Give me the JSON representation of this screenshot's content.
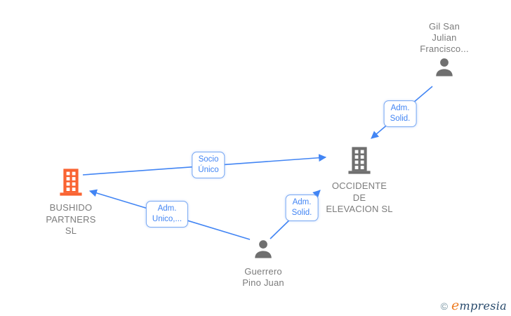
{
  "nodes": [
    {
      "id": "gil-san-julian",
      "type": "person",
      "label": "Gil San\nJulian\nFrancisco..."
    },
    {
      "id": "occidente-de-elevacion",
      "type": "company",
      "label": "OCCIDENTE\nDE\nELEVACION SL"
    },
    {
      "id": "bushido-partners",
      "type": "company",
      "label": "BUSHIDO\nPARTNERS\nSL"
    },
    {
      "id": "guerrero-pino-juan",
      "type": "person",
      "label": "Guerrero\nPino Juan"
    }
  ],
  "edges": [
    {
      "from": "gil-san-julian",
      "to": "occidente-de-elevacion",
      "label": "Adm.\nSolid."
    },
    {
      "from": "bushido-partners",
      "to": "occidente-de-elevacion",
      "label": "Socio\nÚnico"
    },
    {
      "from": "guerrero-pino-juan",
      "to": "bushido-partners",
      "label": "Adm.\nUnico,..."
    },
    {
      "from": "guerrero-pino-juan",
      "to": "occidente-de-elevacion",
      "label": "Adm.\nSolid."
    }
  ],
  "colors": {
    "edge_blue": "#4285f4",
    "label_border_blue": "#79a8f2",
    "company_accent_orange": "#f96332",
    "icon_gray": "#6f6f6f",
    "node_text_gray": "#7c7c7c"
  },
  "footer": {
    "copyright_symbol": "©",
    "brand_initial": "e",
    "brand_rest": "mpresia"
  }
}
